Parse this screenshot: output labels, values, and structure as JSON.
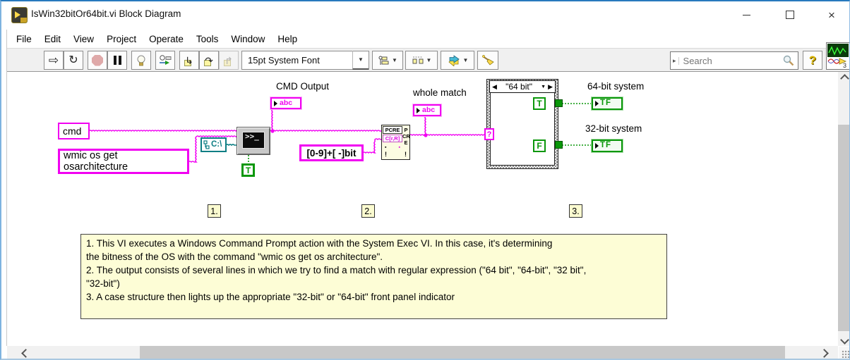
{
  "window": {
    "title": "IsWin32bitOr64bit.vi Block Diagram"
  },
  "menu": {
    "items": [
      "File",
      "Edit",
      "View",
      "Project",
      "Operate",
      "Tools",
      "Window",
      "Help"
    ]
  },
  "toolbar": {
    "font_selector": "15pt System Font",
    "search_placeholder": "Search",
    "help_label": "?",
    "icon_pane_number": "3"
  },
  "glyphs": {
    "run": "⇨",
    "run_continuous": "↻",
    "step_into": "↳",
    "step_over": "↷",
    "step_out": "↱",
    "dropdown": "▼",
    "case_prev": "◀",
    "case_next": "▶",
    "close": "×",
    "history_arrow": "▸"
  },
  "diagram": {
    "cmd_constant": "cmd",
    "wmic_constant": "wmic os get osarchitecture",
    "path_constant": "C:\\",
    "regex_constant": "[0-9]+[ -]bit",
    "cmd_output_label": "CMD Output",
    "whole_match_label": "whole match",
    "string_indicator_glyph": "abc",
    "system_exec_glyph": ">>_",
    "true_label": "T",
    "false_label": "F",
    "tf_glyph": "TF",
    "case_selector": "\"64 bit\"",
    "selector_terminal": "?",
    "label_64": "64-bit system",
    "label_32": "32-bit system",
    "pcre": {
      "title": "PCRE",
      "sub": "C[r,R]",
      "right": [
        "P",
        "CR",
        "E"
      ],
      "marks": [
        "▪",
        "!",
        "▪",
        "!"
      ]
    },
    "step_labels": [
      "1.",
      "2.",
      "3."
    ],
    "comment_lines": [
      "1. This VI executes a Windows Command Prompt action with the System Exec VI. In this case, it's determining",
      "the bitness of the OS with the command \"wmic os get os architecture\".",
      "2. The output consists of several lines in which we try to find a match with regular expression (\"64 bit\", \"64-bit\", \"32 bit\",",
      "\"32-bit\")",
      "3. A case structure then lights up the appropriate \"32-bit\" or \"64-bit\" front panel indicator"
    ],
    "colors": {
      "string_wire": "#f101f1",
      "path_wire": "#0e7e84",
      "boolean_wire": "#0a970a",
      "comment_bg": "#fdfdd6"
    }
  }
}
